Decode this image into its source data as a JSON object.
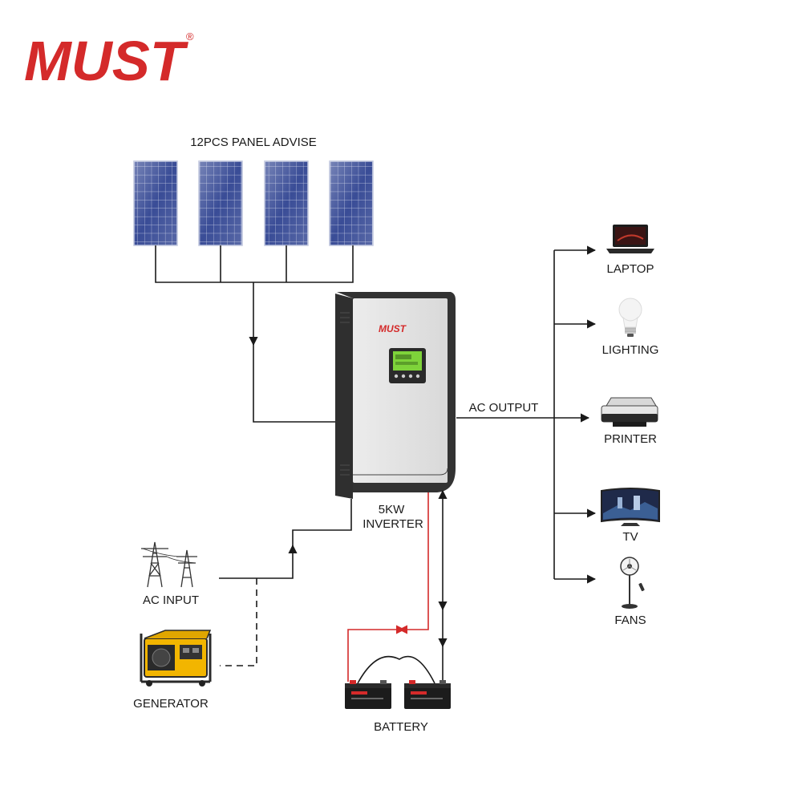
{
  "brand": {
    "logo_text": "MUST",
    "registered_mark": "®",
    "color": "#d42a2a"
  },
  "solar": {
    "label": "12PCS PANEL ADVISE",
    "panel_count": 4
  },
  "inverter": {
    "brand_text": "MUST",
    "label_line1": "5KW",
    "label_line2": "INVERTER"
  },
  "ac_output": {
    "label": "AC OUTPUT"
  },
  "loads": [
    {
      "label": "LAPTOP",
      "icon": "laptop-icon"
    },
    {
      "label": "LIGHTING",
      "icon": "light-bulb-icon"
    },
    {
      "label": "PRINTER",
      "icon": "printer-icon"
    },
    {
      "label": "TV",
      "icon": "tv-icon"
    },
    {
      "label": "FANS",
      "icon": "fan-icon"
    }
  ],
  "ac_input": {
    "label": "AC INPUT",
    "icon": "power-tower-icon"
  },
  "generator": {
    "label": "GENERATOR",
    "icon": "generator-icon"
  },
  "battery": {
    "label": "BATTERY",
    "icon": "battery-icon",
    "count": 2
  },
  "colors": {
    "wire": "#1a1a1a",
    "positive_wire": "#d42a2a",
    "panel": "#2e3f8c",
    "inverter_body": "#e8e8e8",
    "inverter_frame": "#3a3a3a",
    "lcd": "#6fcf2f"
  }
}
